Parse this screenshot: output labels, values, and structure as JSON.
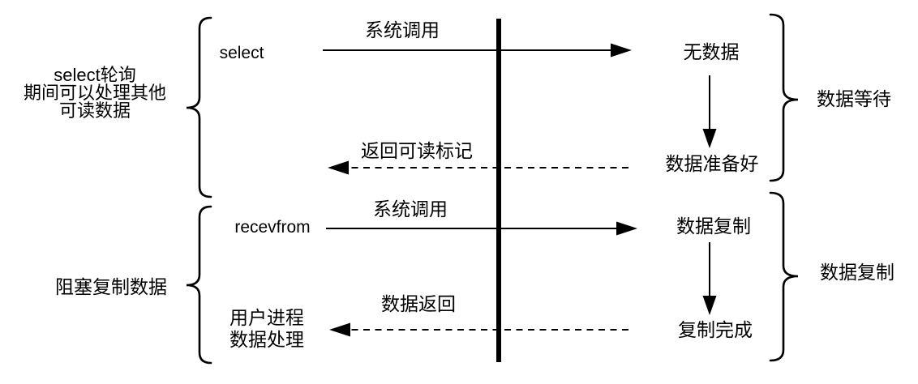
{
  "colors": {
    "background": "#ffffff",
    "ink": "#000000"
  },
  "top_section": {
    "left_note_lines": [
      "select轮询",
      "期间可以处理其他",
      "可读数据"
    ],
    "caller": "select",
    "call_arrow_label": "系统调用",
    "state_initial": "无数据",
    "state_ready": "数据准备好",
    "return_arrow_label": "返回可读标记",
    "right_phase_label": "数据等待"
  },
  "bottom_section": {
    "left_note": "阻塞复制数据",
    "caller": "recevfrom",
    "call_arrow_label": "系统调用",
    "state_initial": "数据复制",
    "state_done": "复制完成",
    "return_arrow_label": "数据返回",
    "process_lines": [
      "用户进程",
      "数据处理"
    ],
    "right_phase_label": "数据复制"
  },
  "icons": {
    "kernel_boundary": "thick-vertical-divider",
    "solid_arrow": "right-arrow",
    "down_arrow": "down-arrow",
    "dashed_arrow": "dashed-left-arrow",
    "brace_left": "curly-brace-left",
    "brace_right": "curly-brace-right"
  }
}
